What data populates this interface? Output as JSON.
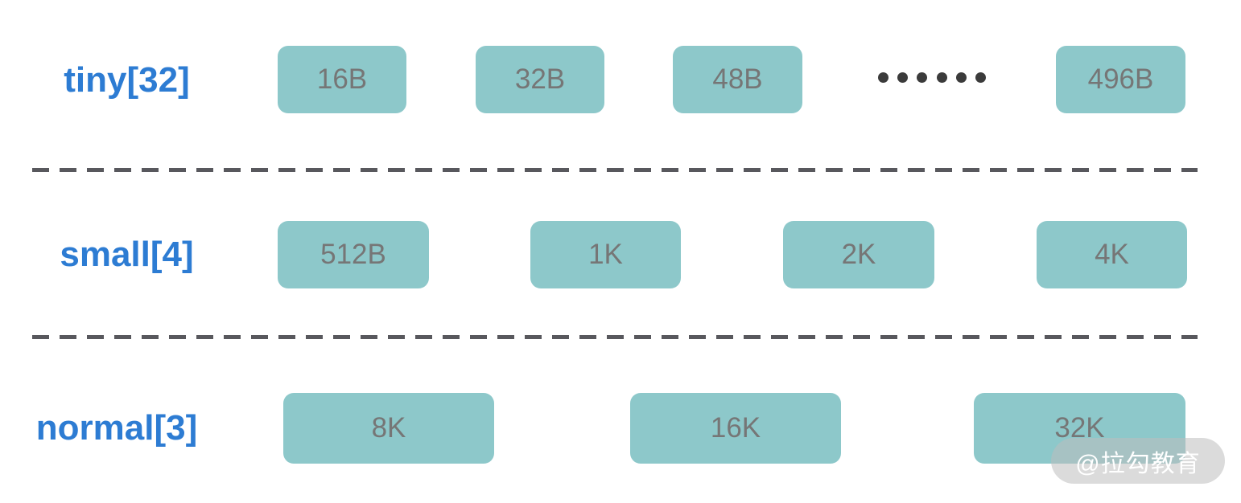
{
  "diagram": {
    "title_semantics": "memory size-class groups",
    "rows": [
      {
        "label": "tiny[32]",
        "boxes": [
          "16B",
          "32B",
          "48B",
          "496B"
        ],
        "ellipsis": "••••••"
      },
      {
        "label": "small[4]",
        "boxes": [
          "512B",
          "1K",
          "2K",
          "4K"
        ]
      },
      {
        "label": "normal[3]",
        "boxes": [
          "8K",
          "16K",
          "32K"
        ]
      }
    ],
    "watermark": "@拉勾教育",
    "colors": {
      "box_fill": "#8dc8ca",
      "box_text": "#767676",
      "label_blue": "#2d7cd3",
      "dash": "#58585d",
      "dot": "#3b3b3b",
      "watermark_bg": "#bdbdbd",
      "watermark_text": "#ffffff",
      "background": "#ffffff"
    }
  }
}
